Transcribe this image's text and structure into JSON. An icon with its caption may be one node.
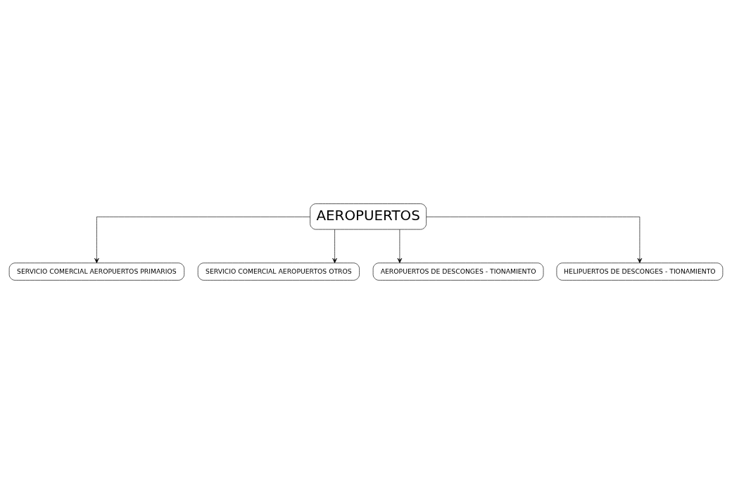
{
  "diagram": {
    "nodes": [
      {
        "text": [
          "AEROPUERTOS"
        ]
      },
      {
        "text": [
          "SERVICIO COMERCIAL AEROPUERTOS PRIMARIOS"
        ]
      },
      {
        "text": [
          "SERVICIO COMERCIAL AEROPUERTOS OTROS"
        ]
      },
      {
        "text": [
          "AEROPUERTOS DE DESCONGES - TIONAMIENTO"
        ]
      },
      {
        "text": [
          "HELIPUERTOS DE DESCONGES - TIONAMIENTO"
        ]
      }
    ],
    "edges": [
      {
        "from": 0,
        "to": 1,
        "arrow": "to"
      },
      {
        "from": 0,
        "to": 2,
        "arrow": "to"
      },
      {
        "from": 0,
        "to": 3,
        "arrow": "to"
      },
      {
        "from": 0,
        "to": 4,
        "arrow": "to"
      }
    ]
  }
}
